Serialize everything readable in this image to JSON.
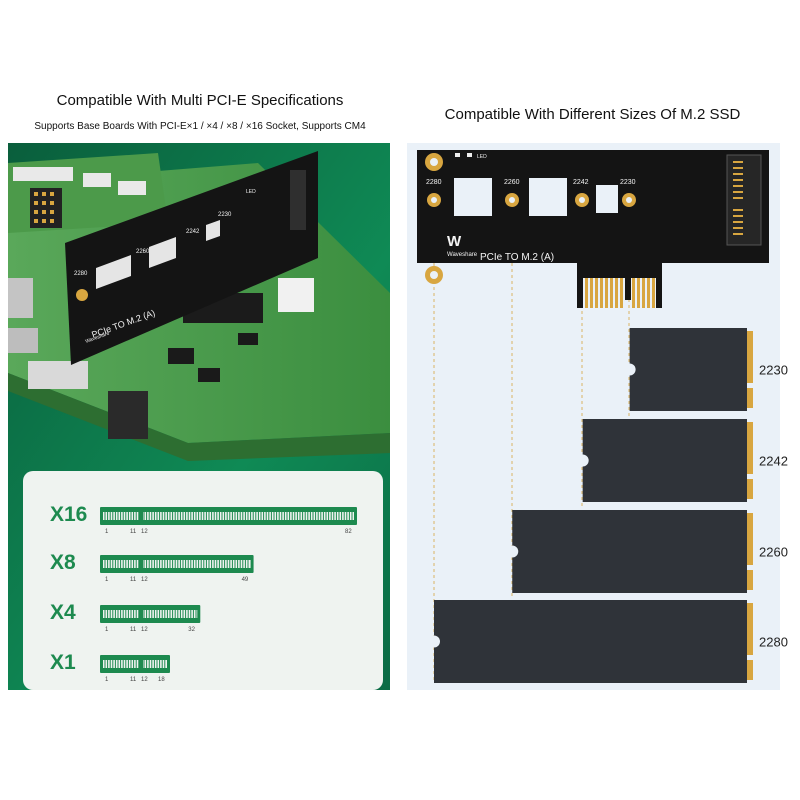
{
  "left": {
    "title": "Compatible With Multi PCI-E Specifications",
    "subtitle": "Supports Base Boards With PCI-E×1 / ×4 / ×8 / ×16 Socket, Supports CM4",
    "slots": [
      {
        "label": "X16",
        "pins": [
          "1",
          "11",
          "12",
          "82"
        ]
      },
      {
        "label": "X8",
        "pins": [
          "1",
          "11",
          "12",
          "49"
        ]
      },
      {
        "label": "X4",
        "pins": [
          "1",
          "11",
          "12",
          "32"
        ]
      },
      {
        "label": "X1",
        "pins": [
          "1",
          "11",
          "12",
          "18"
        ]
      }
    ],
    "photo_card": {
      "brand": "Waveshare",
      "product": "PCIe TO M.2 (A)",
      "led": "LED",
      "sizes": [
        "2280",
        "2260",
        "2242",
        "2230"
      ]
    }
  },
  "right": {
    "title": "Compatible With Different Sizes Of M.2 SSD",
    "card": {
      "brand": "Waveshare",
      "product": "PCIe TO M.2 (A)",
      "led": "LED",
      "hole_labels": [
        "2280",
        "2260",
        "2242",
        "2230"
      ]
    },
    "ssd_sizes": [
      "2230",
      "2242",
      "2260",
      "2280"
    ]
  },
  "colors": {
    "panel_green": "#0c7a4c",
    "slot_green": "#1d8a4f",
    "pcb_black": "#141414",
    "gold": "#d8a640",
    "ssd": "#2f3339",
    "right_bg": "#eaf1f8"
  }
}
